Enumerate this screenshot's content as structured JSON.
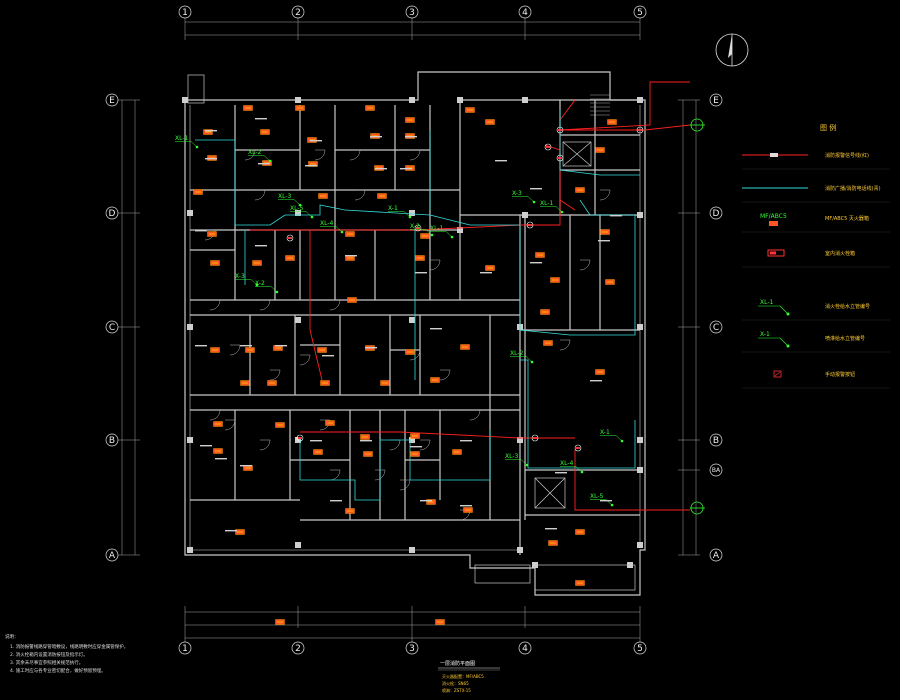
{
  "grid": {
    "columns": [
      "1",
      "2",
      "3",
      "4",
      "5"
    ],
    "rows": [
      "E",
      "D",
      "C",
      "B",
      "BA",
      "A"
    ]
  },
  "legend": {
    "title": "图 例",
    "items": [
      {
        "key": "red-line",
        "label": "消防报警信号线(红)",
        "color": "#ff2222"
      },
      {
        "key": "cyan-line",
        "label": "消防广播/消防电话线(青)",
        "color": "#33dddd"
      },
      {
        "key": "extinguisher",
        "label": "MF/ABC5 灭火器箱",
        "symbol_text": "MF/ABC5"
      },
      {
        "key": "hydrant",
        "label": "室内消火栓箱",
        "color": "#ff3333"
      },
      {
        "key": "xl-1",
        "label": "消火栓给水立管编号",
        "symbol_text": "XL-1"
      },
      {
        "key": "x-1",
        "label": "喷淋给水立管编号",
        "symbol_text": "X-1"
      },
      {
        "key": "alarm",
        "label": "手动报警按钮",
        "color": "#ff3333"
      }
    ]
  },
  "drawing_title": "一层消防平面图",
  "drawing_subtitle_lines": [
    "灭火器配置：MF/ABC5",
    "消火栓：SN65",
    "喷淋：ZSTX-15"
  ],
  "notes": {
    "heading": "说明：",
    "lines": [
      "1. 消防报警线路穿管暗敷设，线路明敷时应穿金属管保护。",
      "2. 消火栓箱内设置消防按钮及指示灯。",
      "3. 其余未尽事宜参照相关规范执行。",
      "4. 施工时应与各专业密切配合，做好预留预埋。"
    ]
  },
  "riser_labels": [
    "XL-1",
    "XL-2",
    "XL-3",
    "XL-4",
    "XL-5",
    "X-1",
    "X-2",
    "X-3"
  ],
  "colors": {
    "wall": "#c8c8c8",
    "red_line": "#ff2020",
    "cyan_line": "#33dddd",
    "green": "#33ff33",
    "extinguisher_fill": "#ff5522",
    "extinguisher_inner": "#ffcc00"
  }
}
